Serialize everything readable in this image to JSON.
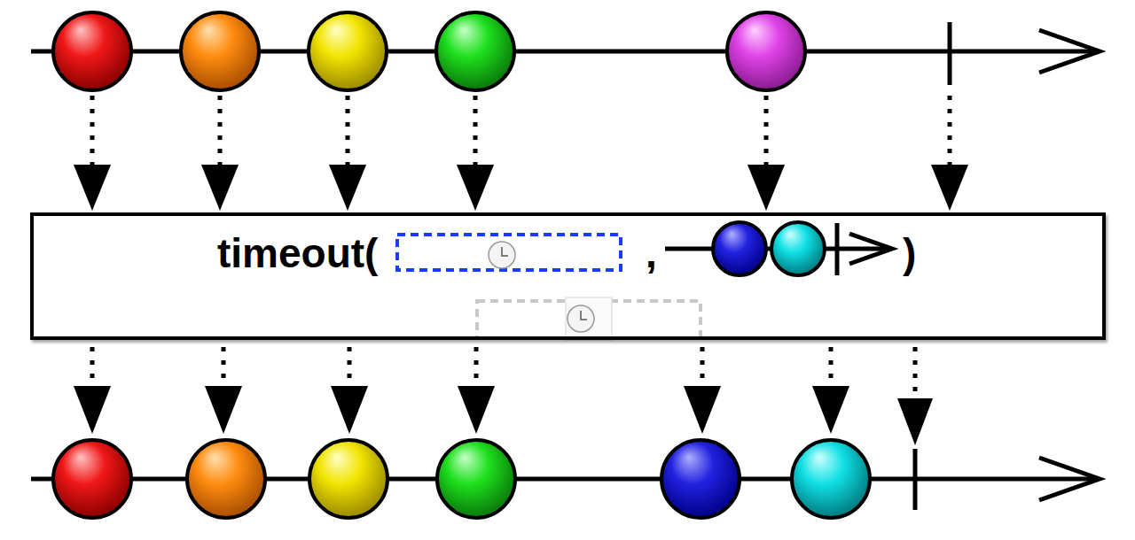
{
  "diagram": {
    "nodes": [
      {
        "text": [
          "timeout(",
          ",",
          ")"
        ]
      }
    ]
  }
}
